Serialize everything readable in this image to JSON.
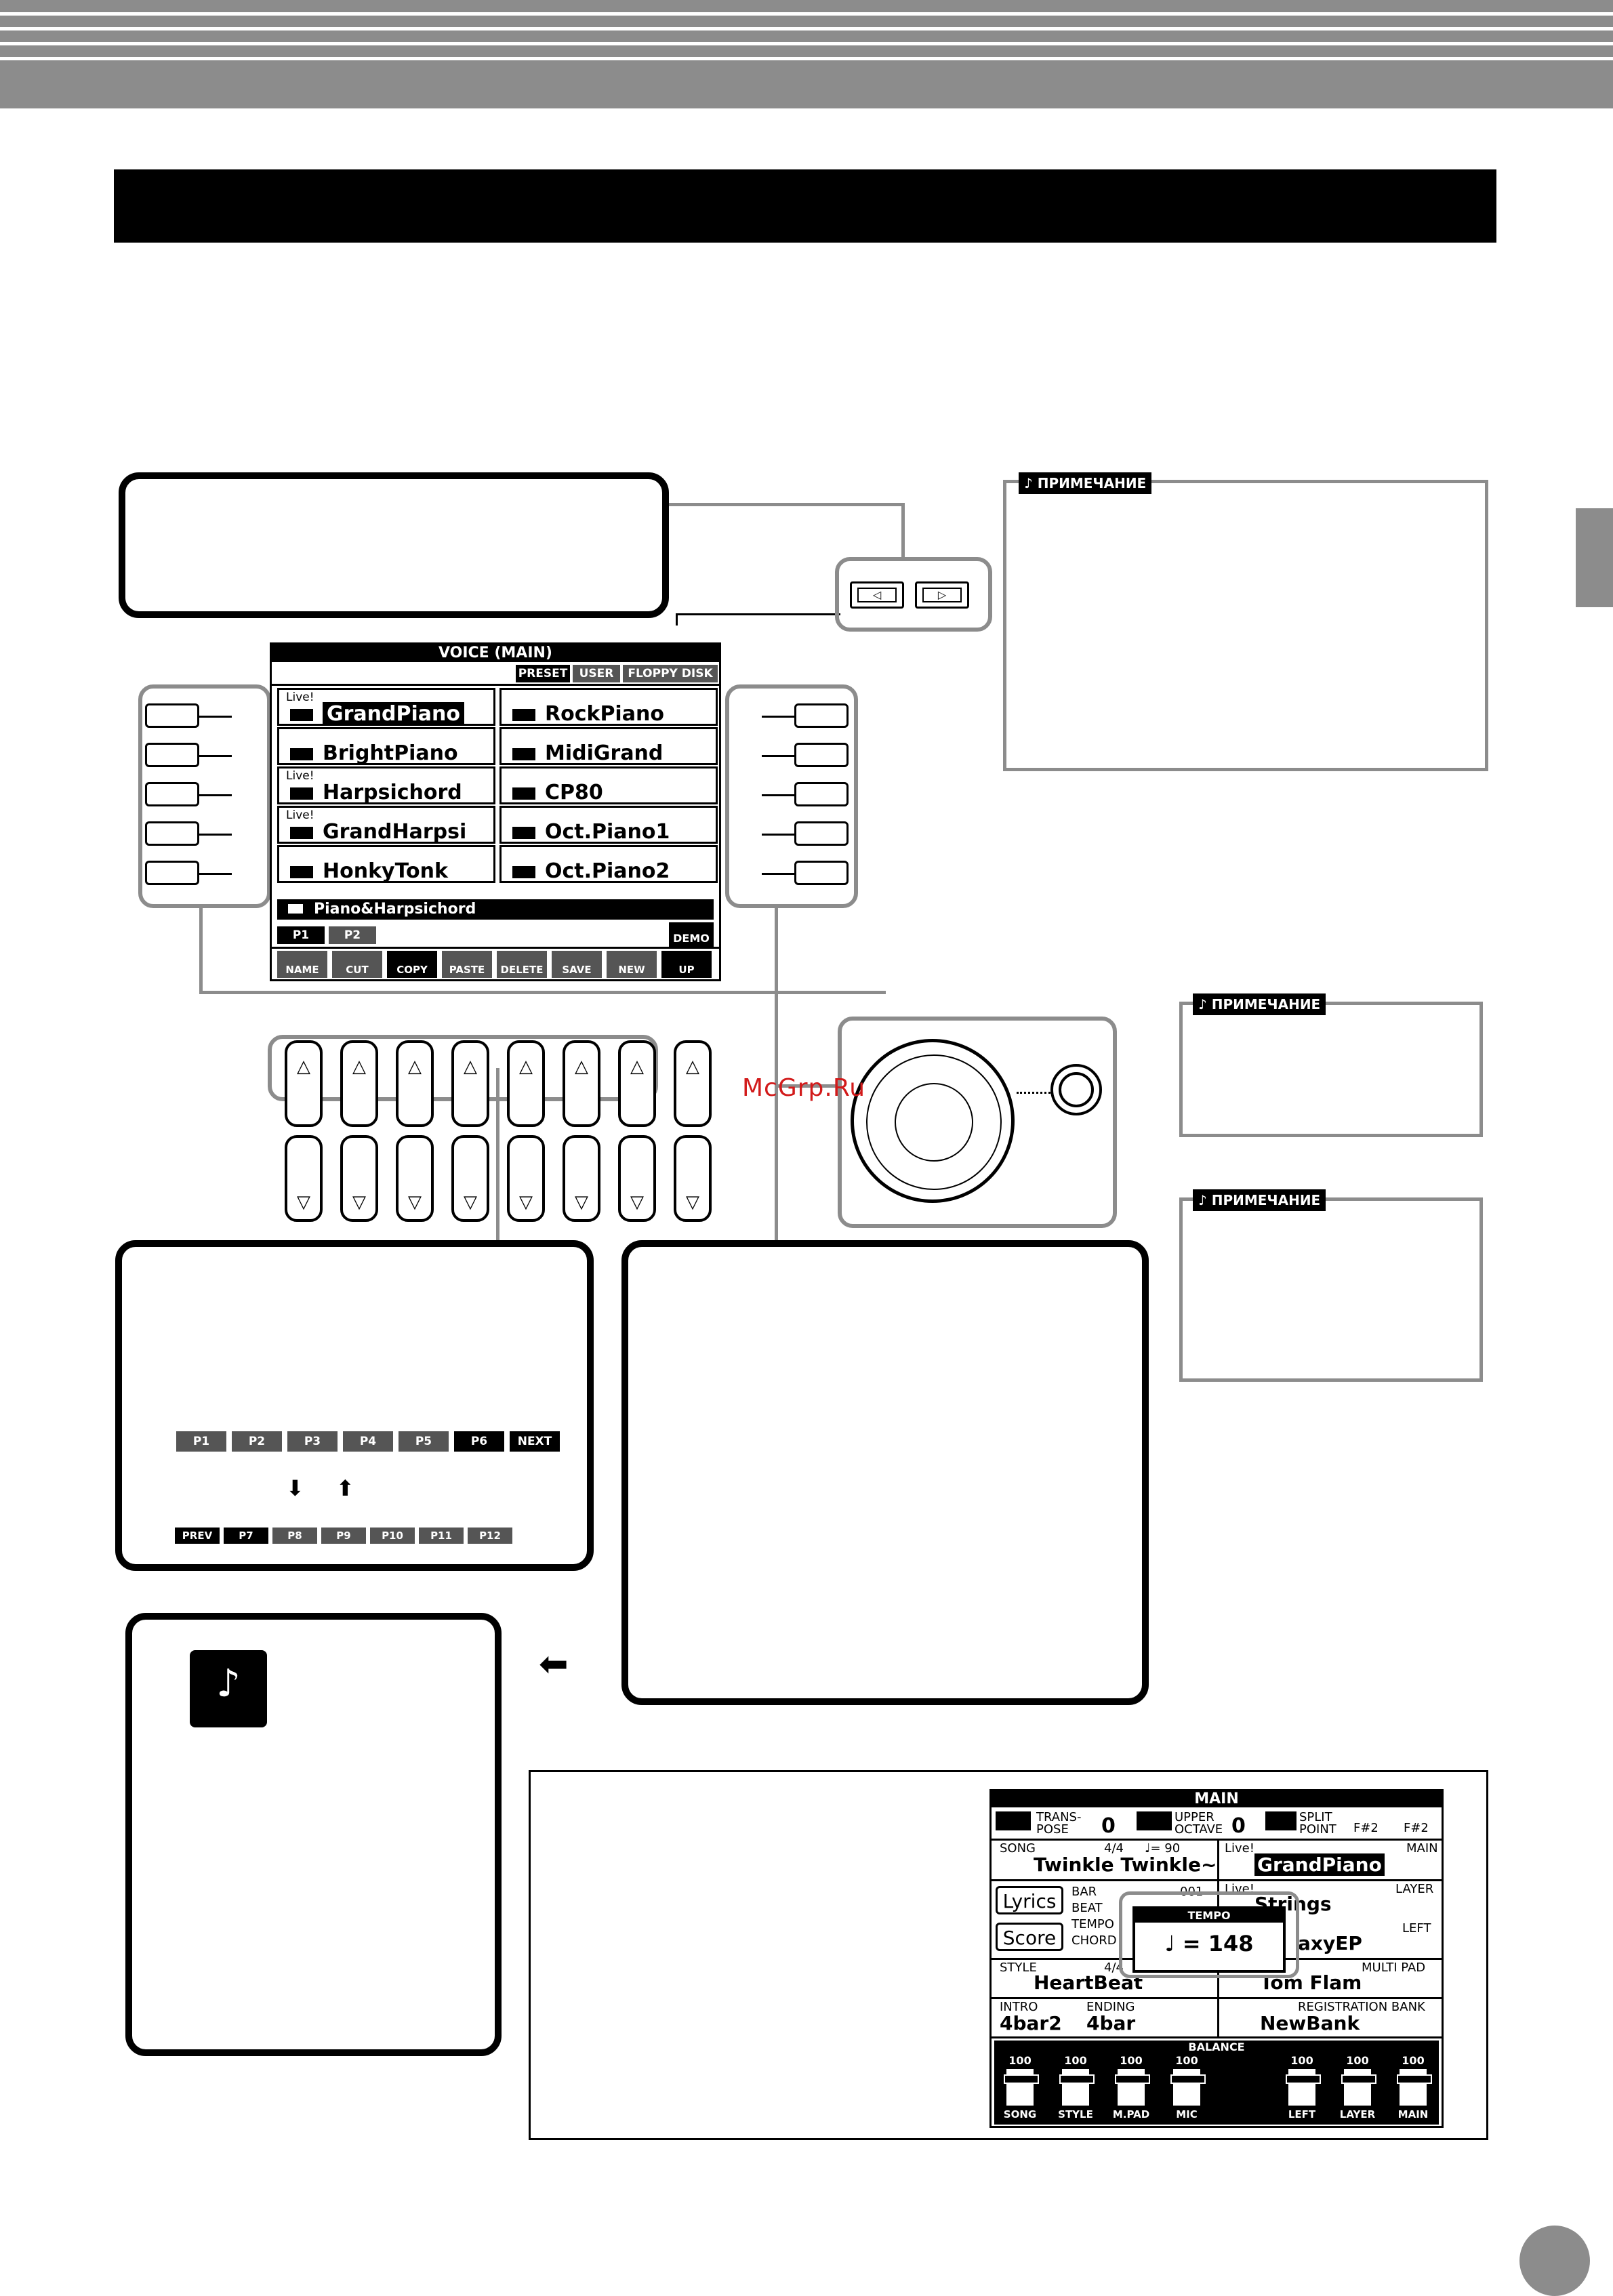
{
  "watermark": "McGrp.Ru",
  "note_label": "ПРИМЕЧАНИЕ",
  "voice_display": {
    "title": "VOICE (MAIN)",
    "tabs": [
      "PRESET",
      "USER",
      "FLOPPY DISK"
    ],
    "voices": [
      {
        "name": "GrandPiano",
        "live": "Live!"
      },
      {
        "name": "RockPiano",
        "live": ""
      },
      {
        "name": "BrightPiano",
        "live": ""
      },
      {
        "name": "MidiGrand",
        "live": ""
      },
      {
        "name": "Harpsichord",
        "live": "Live!"
      },
      {
        "name": "CP80",
        "live": ""
      },
      {
        "name": "GrandHarpsi",
        "live": "Live!"
      },
      {
        "name": "Oct.Piano1",
        "live": ""
      },
      {
        "name": "HonkyTonk",
        "live": ""
      },
      {
        "name": "Oct.Piano2",
        "live": ""
      }
    ],
    "folder": "Piano&Harpsichord",
    "pages": [
      "P1",
      "P2"
    ],
    "demo": "DEMO",
    "bottom_buttons": [
      "NAME",
      "CUT",
      "COPY",
      "PASTE",
      "DELETE",
      "SAVE",
      "NEW",
      "UP"
    ]
  },
  "page_row_1": [
    "P1",
    "P2",
    "P3",
    "P4",
    "P5",
    "P6",
    "NEXT"
  ],
  "page_row_2": [
    "PREV",
    "P7",
    "P8",
    "P9",
    "P10",
    "P11",
    "P12"
  ],
  "main_display": {
    "title": "MAIN",
    "transpose_label": "TRANS-\nPOSE",
    "transpose_value": "0",
    "upper_octave_label": "UPPER\nOCTAVE",
    "upper_octave_value": "0",
    "split_point_label": "SPLIT\nPOINT",
    "split_a": "F#2",
    "split_b": "F#2",
    "song_label": "SONG",
    "song_meter": "4/4",
    "song_tempo": "♩= 90",
    "song_name": "Twinkle Twinkle~",
    "main_voice_live": "Live!",
    "main_voice_label": "MAIN",
    "main_voice": "GrandPiano",
    "lyrics": "Lyrics",
    "score": "Score",
    "bar_label": "BAR",
    "bar_value": "001",
    "beat_label": "BEAT",
    "tempo_label": "TEMPO",
    "chord_label": "CHORD",
    "layer_live": "Live!",
    "layer_label": "LAYER",
    "layer_voice": "Strings",
    "left_label": "LEFT",
    "left_voice": "axyEP",
    "tempo_popup_title": "TEMPO",
    "tempo_popup_value": "= 148",
    "style_label": "STYLE",
    "style_meter": "4/4",
    "style_name": "HeartBeat",
    "multipad_label": "MULTI PAD",
    "multipad_name": "Tom Flam",
    "intro_label": "INTRO",
    "intro_value": "4bar2",
    "ending_label": "ENDING",
    "ending_value": "4bar",
    "regbank_label": "REGISTRATION BANK",
    "regbank_name": "NewBank",
    "balance_label": "BALANCE",
    "balance": [
      {
        "name": "SONG",
        "value": "100"
      },
      {
        "name": "STYLE",
        "value": "100"
      },
      {
        "name": "M.PAD",
        "value": "100"
      },
      {
        "name": "MIC",
        "value": "100"
      },
      {
        "name": "LEFT",
        "value": "100"
      },
      {
        "name": "LAYER",
        "value": "100"
      },
      {
        "name": "MAIN",
        "value": "100"
      }
    ]
  }
}
